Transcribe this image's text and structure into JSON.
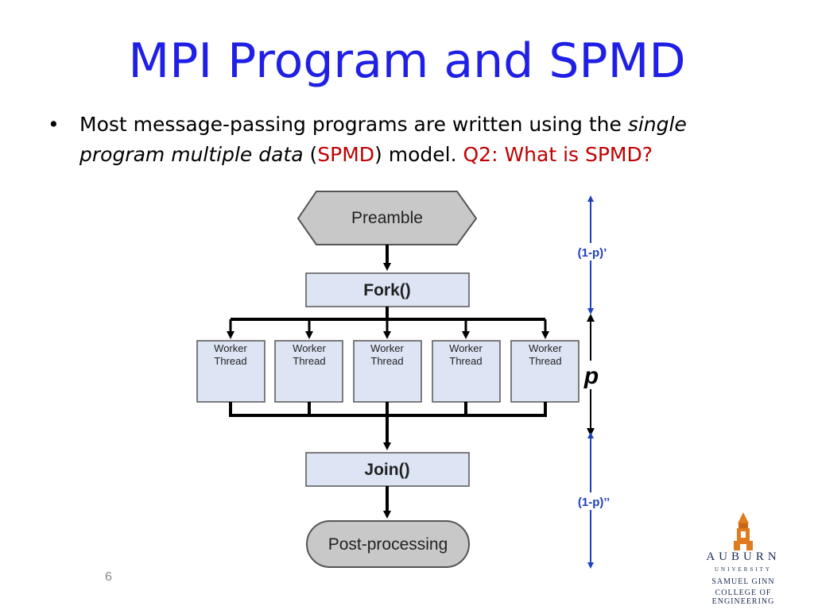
{
  "slide": {
    "title": "MPI Program and SPMD",
    "bullet_marker": "•",
    "bullet": {
      "part1": "Most message-passing programs are written using the ",
      "part2_italic": "single program multiple data",
      "part3": " (",
      "part4_red": "SPMD",
      "part5": ") model. ",
      "part6_red": "Q2: What is SPMD?"
    },
    "slide_number": "6"
  },
  "diagram": {
    "preamble": "Preamble",
    "fork": "Fork()",
    "workers": [
      {
        "line1": "Worker",
        "line2": "Thread"
      },
      {
        "line1": "Worker",
        "line2": "Thread"
      },
      {
        "line1": "Worker",
        "line2": "Thread"
      },
      {
        "line1": "Worker",
        "line2": "Thread"
      },
      {
        "line1": "Worker",
        "line2": "Thread"
      }
    ],
    "join": "Join()",
    "post": "Post-processing",
    "scale_top": "(1-p)’",
    "scale_middle": "p",
    "scale_bottom": "(1-p)’’"
  },
  "logo": {
    "name": "AUBURN",
    "university": "UNIVERSITY",
    "line1": "SAMUEL GINN",
    "line2": "COLLEGE OF ENGINEERING"
  },
  "colors": {
    "title": "#1f1fe6",
    "red": "#c00000",
    "box_fill": "#dde5f4",
    "preamble_fill": "#c8c8c8"
  }
}
